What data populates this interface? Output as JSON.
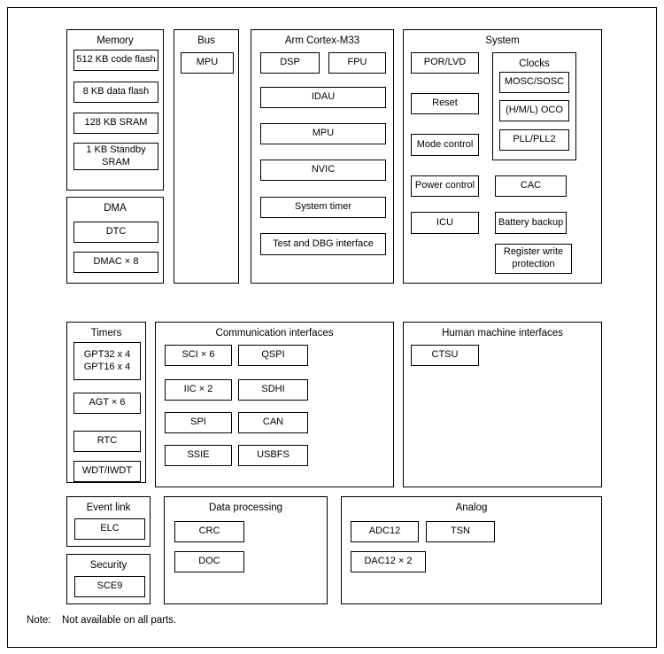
{
  "colors": {
    "background": "#ffffff",
    "border": "#000000",
    "text": "#000000"
  },
  "diagram": {
    "memory": {
      "title": "Memory",
      "items": [
        "512 KB code flash",
        "8 KB data flash",
        "128 KB SRAM",
        "1 KB Standby\nSRAM"
      ]
    },
    "dma": {
      "title": "DMA",
      "items": [
        "DTC",
        "DMAC × 8"
      ]
    },
    "bus": {
      "title": "Bus",
      "items": [
        "MPU"
      ]
    },
    "cortex": {
      "title": "Arm Cortex-M33",
      "items": [
        "DSP",
        "FPU",
        "IDAU",
        "MPU",
        "NVIC",
        "System timer",
        "Test and DBG interface"
      ]
    },
    "system": {
      "title": "System",
      "left_items": [
        "POR/LVD",
        "Reset",
        "Mode control",
        "Power control",
        "ICU"
      ],
      "clocks": {
        "title": "Clocks",
        "items": [
          "MOSC/SOSC",
          "(H/M/L) OCO",
          "PLL/PLL2"
        ]
      },
      "right_items": [
        "CAC",
        "Battery backup",
        "Register write\nprotection"
      ]
    },
    "timers": {
      "title": "Timers",
      "items": [
        "GPT32 x 4\nGPT16 x 4",
        "AGT × 6",
        "RTC",
        "WDT/IWDT"
      ]
    },
    "comm": {
      "title": "Communication interfaces",
      "col1": [
        "SCI × 6",
        "IIC × 2",
        "SPI",
        "SSIE"
      ],
      "col2": [
        "QSPI",
        "SDHI",
        "CAN",
        "USBFS"
      ]
    },
    "hmi": {
      "title": "Human machine interfaces",
      "items": [
        "CTSU"
      ]
    },
    "event_link": {
      "title": "Event link",
      "items": [
        "ELC"
      ]
    },
    "security": {
      "title": "Security",
      "items": [
        "SCE9"
      ]
    },
    "data_processing": {
      "title": "Data processing",
      "items": [
        "CRC",
        "DOC"
      ]
    },
    "analog": {
      "title": "Analog",
      "row_items": [
        "ADC12",
        "TSN"
      ],
      "items": [
        "DAC12 × 2"
      ]
    }
  },
  "note": {
    "label": "Note:",
    "text": "Not available on all parts."
  }
}
